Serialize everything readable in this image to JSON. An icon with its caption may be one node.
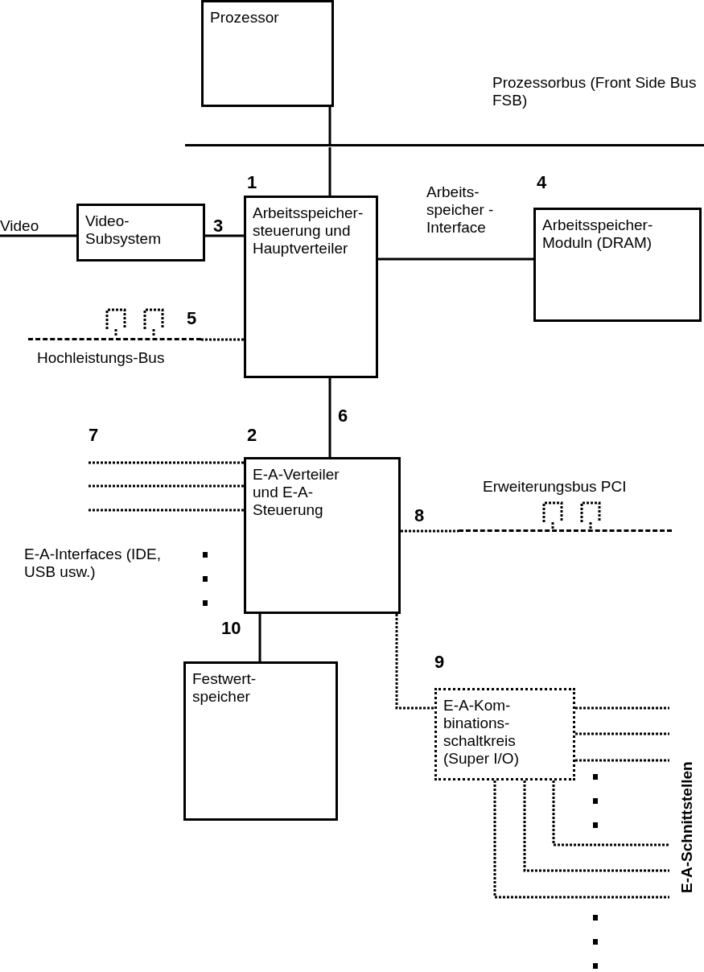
{
  "diagram": {
    "nodes": [
      {
        "text": [
          "Prozessor"
        ]
      },
      {
        "text": [],
        "shape": "bar",
        "beside": [
          "Prozessorbus (Front Side Bus FSB)"
        ]
      },
      {
        "text": [
          "Video"
        ]
      },
      {
        "text": [
          "Video-Subsystem"
        ]
      },
      {
        "text": [
          "Arbeitsspeicher-steuerung und Hauptverteiler"
        ],
        "beside": [
          "1"
        ]
      },
      {
        "text": [
          "Arbeitsspeicher-Moduln (DRAM)"
        ],
        "beside": [
          "4"
        ]
      },
      {
        "text": [],
        "shape": "bar",
        "beside": [
          "Hochleistungs-Bus"
        ]
      },
      {
        "text": [
          "E-A-Verteiler und E-A-Steuerung"
        ],
        "beside": [
          "2"
        ]
      },
      {
        "text": [],
        "shape": "bar",
        "beside": [
          "Erweiterungsbus PCI"
        ]
      },
      {
        "text": [
          "Festwert-speicher"
        ]
      },
      {
        "text": [
          "E-A-Kom-binations-schaltkreis (Super I/O)"
        ],
        "beside": [
          "9"
        ]
      }
    ],
    "edges": [
      {
        "from": 0,
        "to": 1,
        "arrow": "none"
      },
      {
        "from": 1,
        "to": 4,
        "arrow": "none"
      },
      {
        "from": 2,
        "to": 3,
        "arrow": "none"
      },
      {
        "from": 3,
        "to": 4,
        "arrow": "none",
        "label": "3"
      },
      {
        "from": 4,
        "to": 5,
        "arrow": "none",
        "label": "Arbeits-speicher - Interface"
      },
      {
        "from": 6,
        "to": 4,
        "arrow": "none",
        "style": "dashed",
        "label": "5"
      },
      {
        "from": 4,
        "to": 7,
        "arrow": "none",
        "label": "6"
      },
      {
        "from": 7,
        "to": null,
        "arrow": "none",
        "style": "dashed",
        "label": "7"
      },
      {
        "from": 7,
        "to": null,
        "arrow": "none",
        "style": "dashed"
      },
      {
        "from": 7,
        "to": null,
        "arrow": "none",
        "style": "dashed"
      },
      {
        "from": 7,
        "to": 8,
        "arrow": "none",
        "style": "dashed",
        "label": "8"
      },
      {
        "from": 7,
        "to": 10,
        "arrow": "none",
        "style": "dashed"
      },
      {
        "from": 7,
        "to": 9,
        "arrow": "none",
        "label": "10"
      },
      {
        "from": 10,
        "to": null,
        "arrow": "none",
        "style": "dashed"
      },
      {
        "from": 10,
        "to": null,
        "arrow": "none",
        "style": "dashed"
      },
      {
        "from": 10,
        "to": null,
        "arrow": "none",
        "style": "dashed"
      },
      {
        "from": 10,
        "to": null,
        "arrow": "none",
        "style": "dashed"
      },
      {
        "from": 10,
        "to": null,
        "arrow": "none",
        "style": "dashed"
      },
      {
        "from": 10,
        "to": null,
        "arrow": "none",
        "style": "dashed"
      }
    ],
    "labels": [
      "E-A-Interfaces (IDE, USB usw.)",
      "E-A-Schnittstellen"
    ]
  }
}
